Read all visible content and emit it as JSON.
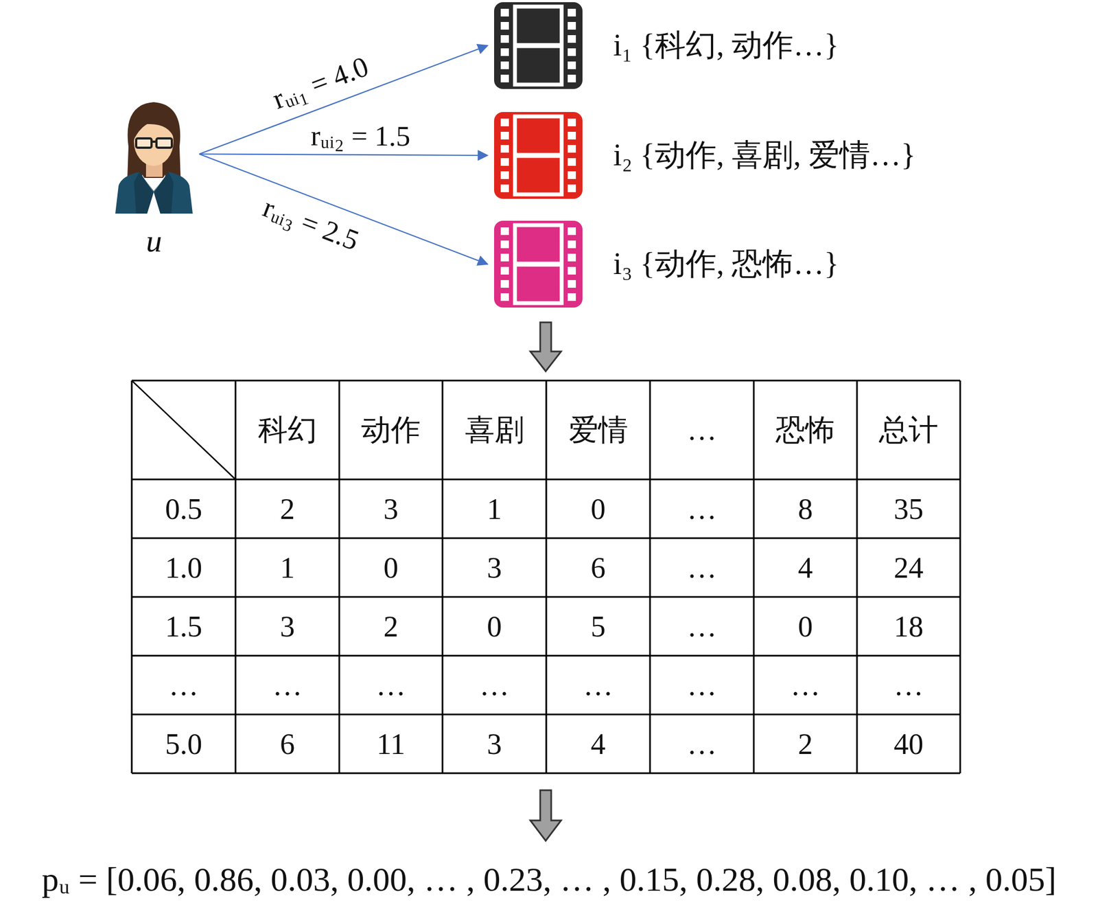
{
  "diagram": {
    "nodes": [
      {
        "text": [
          "u"
        ]
      },
      {
        "text": [
          "i₁ {科幻, 动作…}"
        ]
      },
      {
        "text": [
          "i₂ {动作, 喜剧, 爱情…}"
        ]
      },
      {
        "text": [
          "i₃ {动作, 恐怖…}"
        ]
      }
    ],
    "edges": [
      {
        "from": 0,
        "to": 1,
        "arrow": "to",
        "label": "rᵤᵢ₁ = 4.0"
      },
      {
        "from": 0,
        "to": 2,
        "arrow": "to",
        "label": "rᵤᵢ₂ = 1.5"
      },
      {
        "from": 0,
        "to": 3,
        "arrow": "to",
        "label": "rᵤᵢ₃ = 2.5"
      }
    ],
    "labels": [
      "科幻",
      "动作",
      "喜剧",
      "爱情",
      "…",
      "恐怖",
      "总计",
      "0.5",
      "2",
      "3",
      "1",
      "0",
      "…",
      "8",
      "35",
      "1.0",
      "1",
      "0",
      "3",
      "6",
      "…",
      "4",
      "24",
      "1.5",
      "3",
      "2",
      "0",
      "5",
      "…",
      "0",
      "18",
      "…",
      "…",
      "…",
      "…",
      "…",
      "…",
      "…",
      "…",
      "5.0",
      "6",
      "11",
      "3",
      "4",
      "…",
      "2",
      "40",
      "pᵤ = [0.06, 0.86, 0.03, 0.00, … , 0.23, … , 0.15, 0.28, 0.08, 0.10, … , 0.05]"
    ]
  }
}
